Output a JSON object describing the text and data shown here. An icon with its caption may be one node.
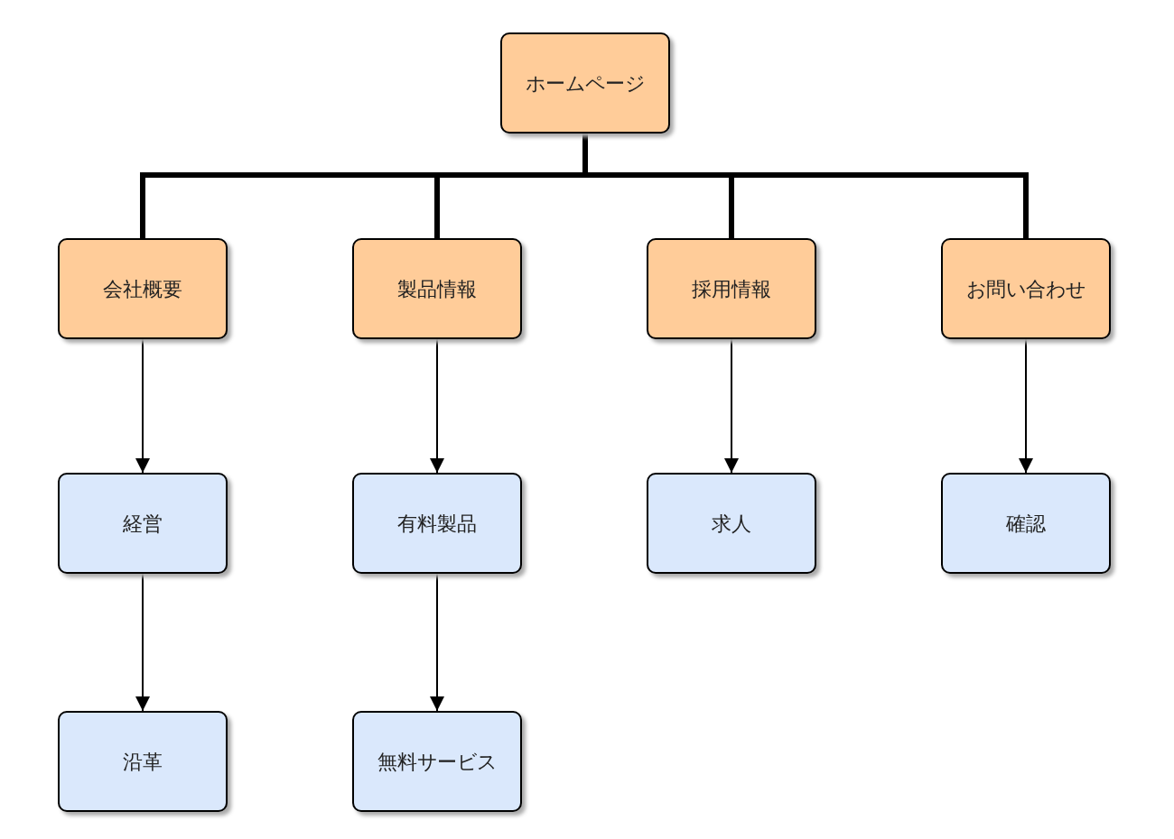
{
  "diagram": {
    "nodes": [
      {
        "text": [
          "ホームページ"
        ]
      },
      {
        "text": [
          "会社概要"
        ]
      },
      {
        "text": [
          "製品情報"
        ]
      },
      {
        "text": [
          "採用情報"
        ]
      },
      {
        "text": [
          "お問い合わせ"
        ]
      },
      {
        "text": [
          "経営"
        ]
      },
      {
        "text": [
          "有料製品"
        ]
      },
      {
        "text": [
          "求人"
        ]
      },
      {
        "text": [
          "確認"
        ]
      },
      {
        "text": [
          "沿革"
        ]
      },
      {
        "text": [
          "無料サービス"
        ]
      }
    ],
    "edges": [
      {
        "from": 0,
        "to": 1,
        "arrow": "none",
        "style": "thick"
      },
      {
        "from": 0,
        "to": 2,
        "arrow": "none",
        "style": "thick"
      },
      {
        "from": 0,
        "to": 3,
        "arrow": "none",
        "style": "thick"
      },
      {
        "from": 0,
        "to": 4,
        "arrow": "none",
        "style": "thick"
      },
      {
        "from": 1,
        "to": 5,
        "arrow": "to"
      },
      {
        "from": 2,
        "to": 6,
        "arrow": "to"
      },
      {
        "from": 3,
        "to": 7,
        "arrow": "to"
      },
      {
        "from": 4,
        "to": 8,
        "arrow": "to"
      },
      {
        "from": 5,
        "to": 9,
        "arrow": "to"
      },
      {
        "from": 6,
        "to": 10,
        "arrow": "to"
      }
    ]
  }
}
